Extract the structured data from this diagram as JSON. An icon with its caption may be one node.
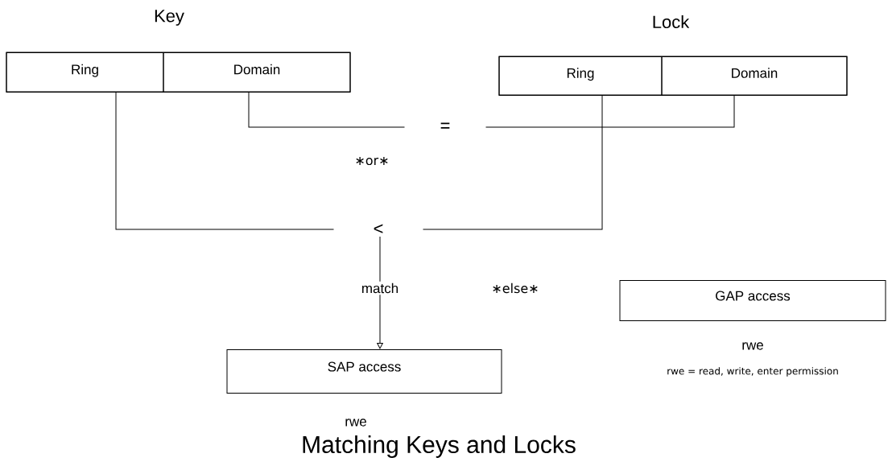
{
  "diagram": {
    "caption": "Matching Keys and Locks",
    "nodes": [
      {
        "text": [
          "Key"
        ]
      },
      {
        "text": [
          "Ring"
        ],
        "in": 0
      },
      {
        "text": [
          "Domain"
        ],
        "in": 0
      },
      {
        "text": [
          "Lock"
        ]
      },
      {
        "text": [
          "Ring"
        ],
        "in": 3
      },
      {
        "text": [
          "Domain"
        ],
        "in": 3
      },
      {
        "text": [
          "="
        ]
      },
      {
        "text": [
          "<"
        ]
      },
      {
        "text": [
          "SAP access"
        ],
        "beside": [
          "rwe"
        ]
      },
      {
        "text": [
          "GAP access"
        ],
        "beside": [
          "rwe"
        ]
      }
    ],
    "edges": [
      {
        "from": 2,
        "to": 6,
        "arrow": "none"
      },
      {
        "from": 5,
        "to": 6,
        "arrow": "none"
      },
      {
        "from": 1,
        "to": 7,
        "arrow": "none"
      },
      {
        "from": 4,
        "to": 7,
        "arrow": "none"
      },
      {
        "from": 7,
        "to": 8,
        "arrow": "to",
        "label": "match"
      }
    ],
    "labels": [
      "∗or∗",
      "∗else∗",
      "rwe = read, write, enter permission"
    ]
  }
}
